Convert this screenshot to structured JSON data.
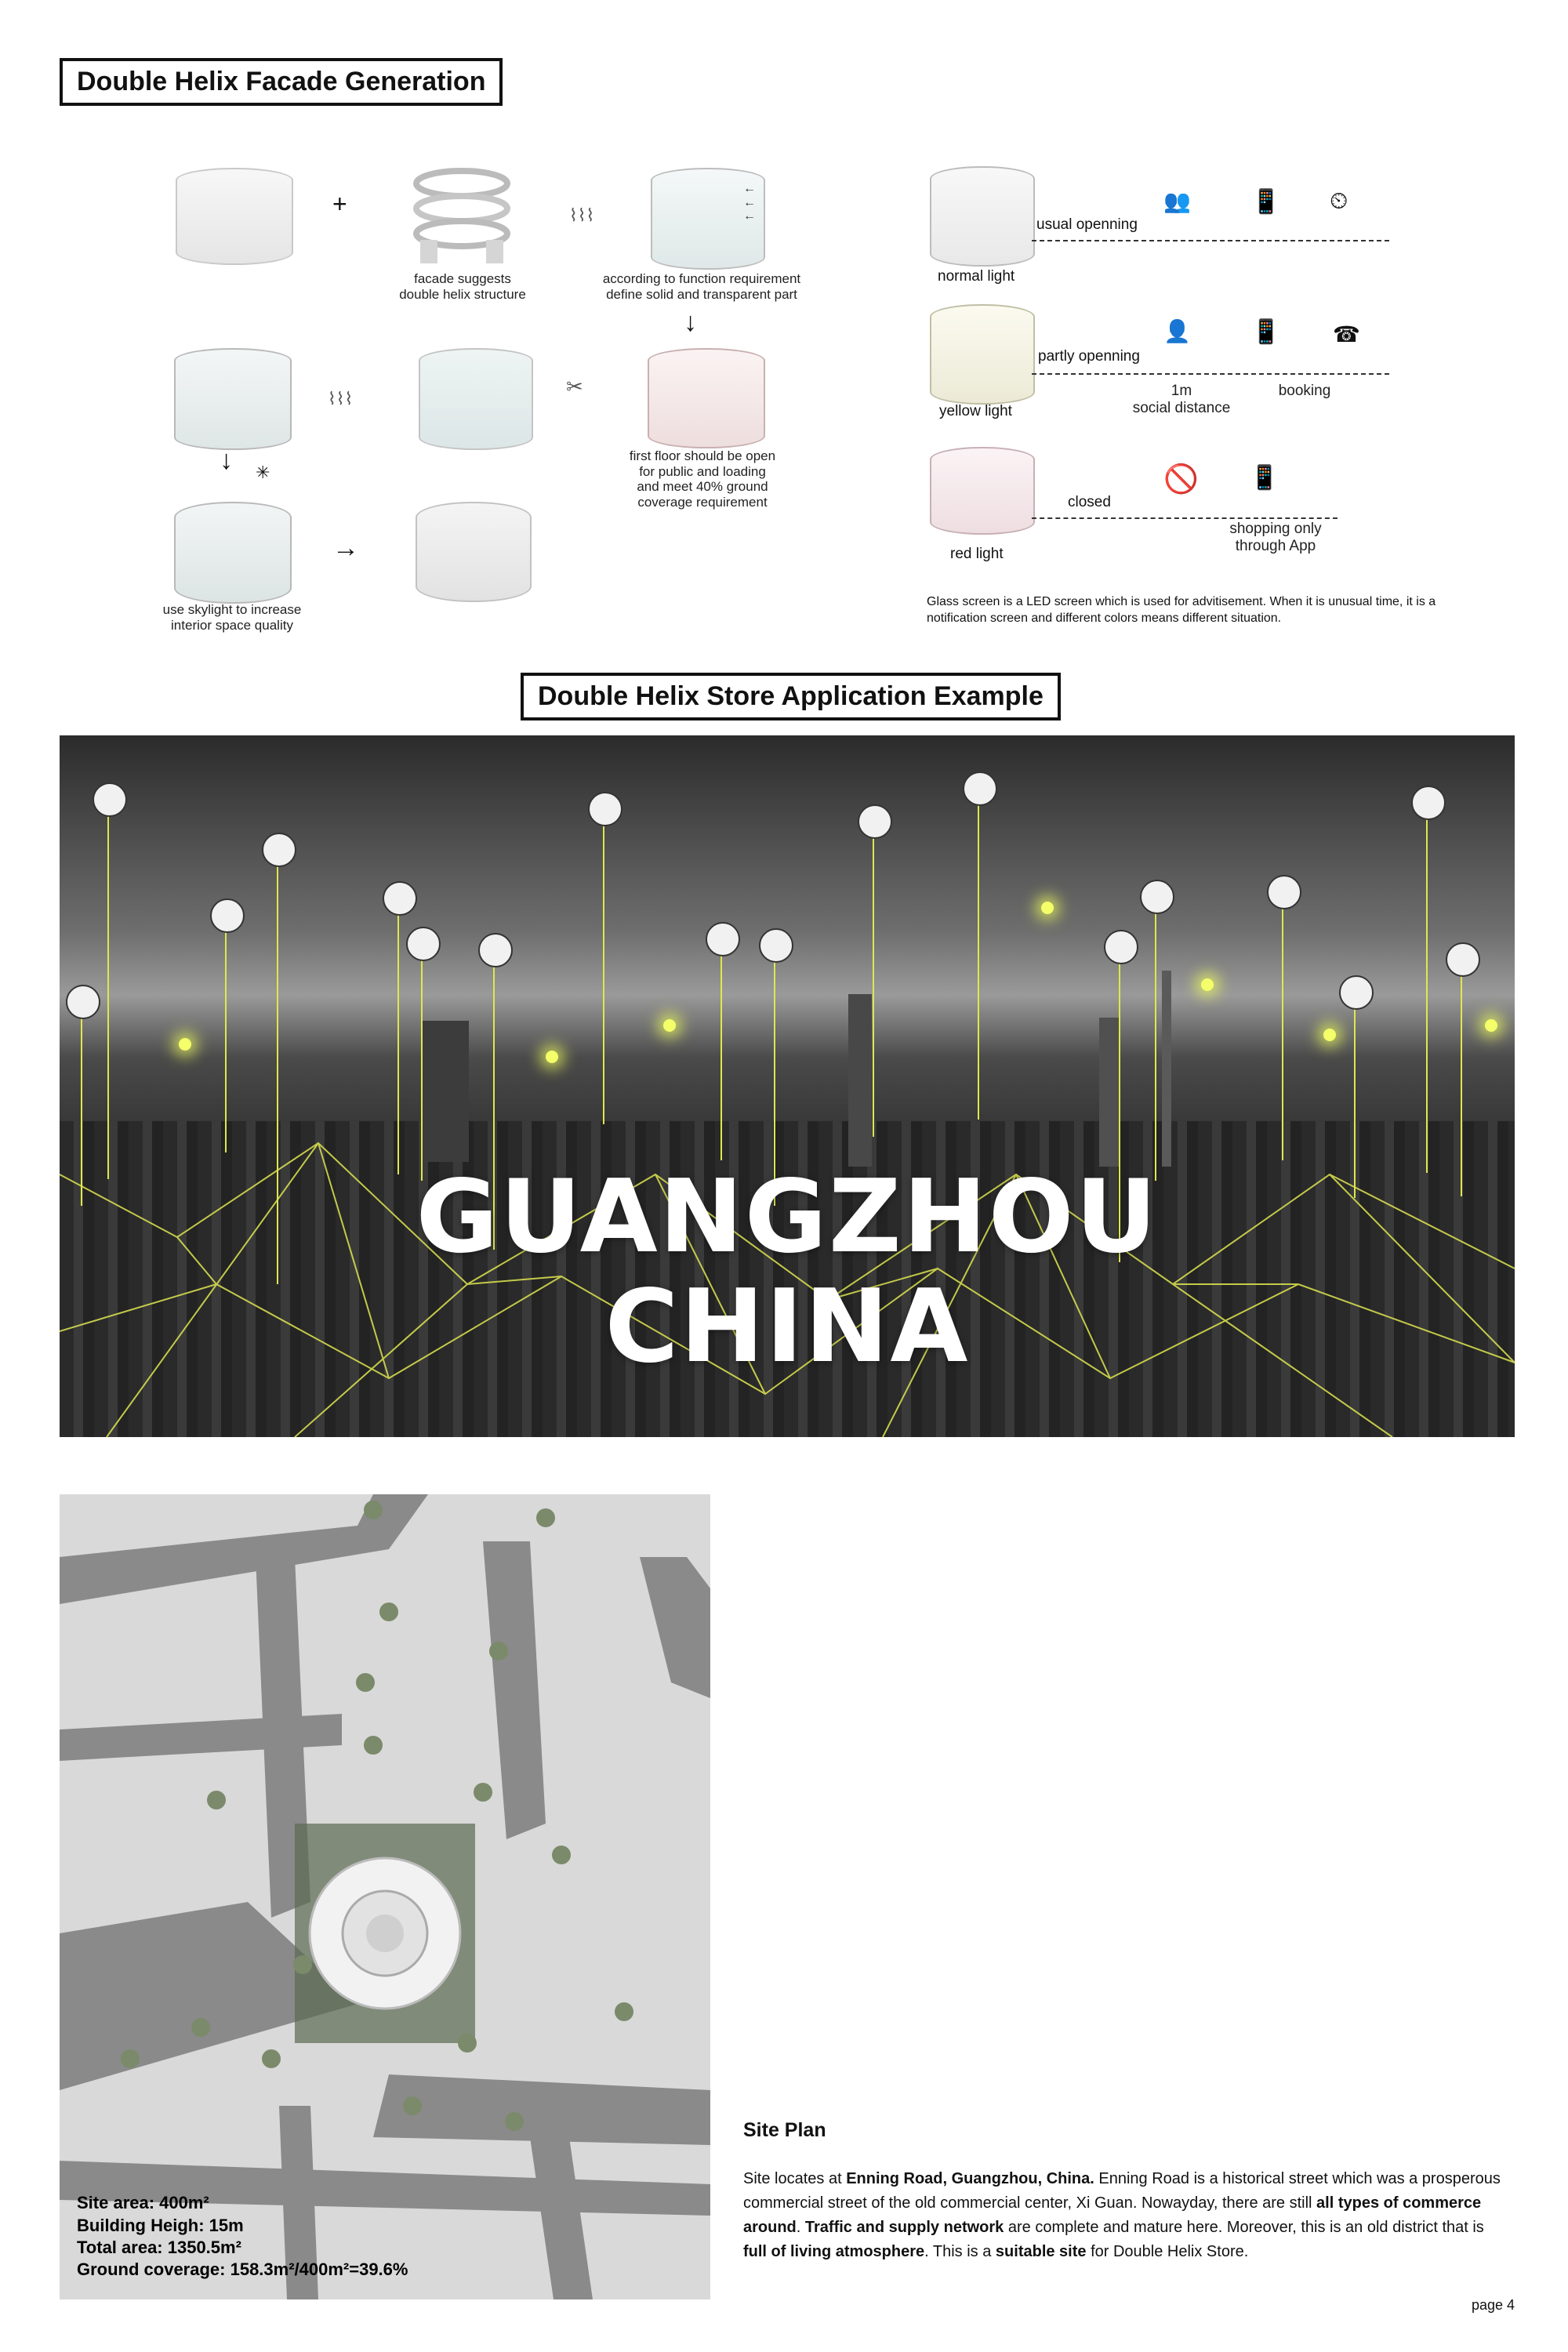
{
  "section1": {
    "title": "Double Helix Facade Generation",
    "captions": {
      "helix": "facade suggests\ndouble helix structure",
      "function": "according to function requirement\ndefine solid and transparent part",
      "first_floor": "first floor should be open\nfor public and loading\nand meet 40% ground\ncoverage requirement",
      "skylight": "use skylight to increase\ninterior space quality"
    },
    "lights": [
      {
        "name": "normal light",
        "status": "usual openning"
      },
      {
        "name": "yellow light",
        "status": "partly openning",
        "note1": "1m\nsocial distance",
        "note2": "booking"
      },
      {
        "name": "red light",
        "status": "closed",
        "note1": "shopping only\nthrough App"
      }
    ],
    "glass_note": "Glass screen is a LED screen which is used for advitisement. When it is unusual time, it is a notification screen and different colors means different situation."
  },
  "section2": {
    "title": "Double Helix Store Application Example",
    "city_line1": "GUANGZHOU",
    "city_line2": "CHINA"
  },
  "site_plan": {
    "info_lines": [
      "Site area: 400m²",
      "Building Heigh: 15m",
      "Total area: 1350.5m²",
      "Ground coverage: 158.3m²/400m²=39.6%"
    ],
    "title": "Site Plan",
    "text_html": "Site locates at <b>Enning Road, Guangzhou, China.</b> Enning Road is a historical street which was a prosperous commercial street of the old commercial center, Xi Guan. Noway­day, there are still <b>all types of commerce around</b>. <b>Traffic and supply network</b> are complete and mature here. Moreover, this is an old district that is <b>full of living atmosphere</b>. This is a <b>suitable site</b> for Double Helix Store."
  },
  "page_number": "page 4",
  "colors": {
    "accent": "#dfe650",
    "glow": "#f4ff6a"
  }
}
